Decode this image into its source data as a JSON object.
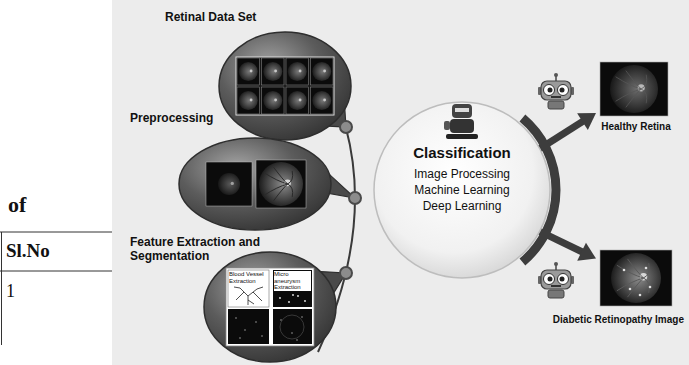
{
  "diagram": {
    "nodes": [
      {
        "text": [
          "Retinal Data Set"
        ]
      },
      {
        "text": [
          "Preprocessing"
        ]
      },
      {
        "text": [
          "Feature Extraction and Segmentation",
          "Blood Vessel Extraction",
          "Micro aneurysm Extraction"
        ]
      },
      {
        "text": [
          "Classification",
          "Image Processing",
          "Machine Learning",
          "Deep Learning"
        ]
      },
      {
        "text": [
          "Healthy Retina"
        ]
      },
      {
        "text": [
          "Diabetic Retinopathy Image"
        ]
      }
    ],
    "edges": [
      {
        "from": 3,
        "to": 4,
        "arrow": "to"
      },
      {
        "from": 3,
        "to": 5,
        "arrow": "to"
      }
    ],
    "labels": [
      "of",
      "Sl.No",
      "1"
    ]
  }
}
